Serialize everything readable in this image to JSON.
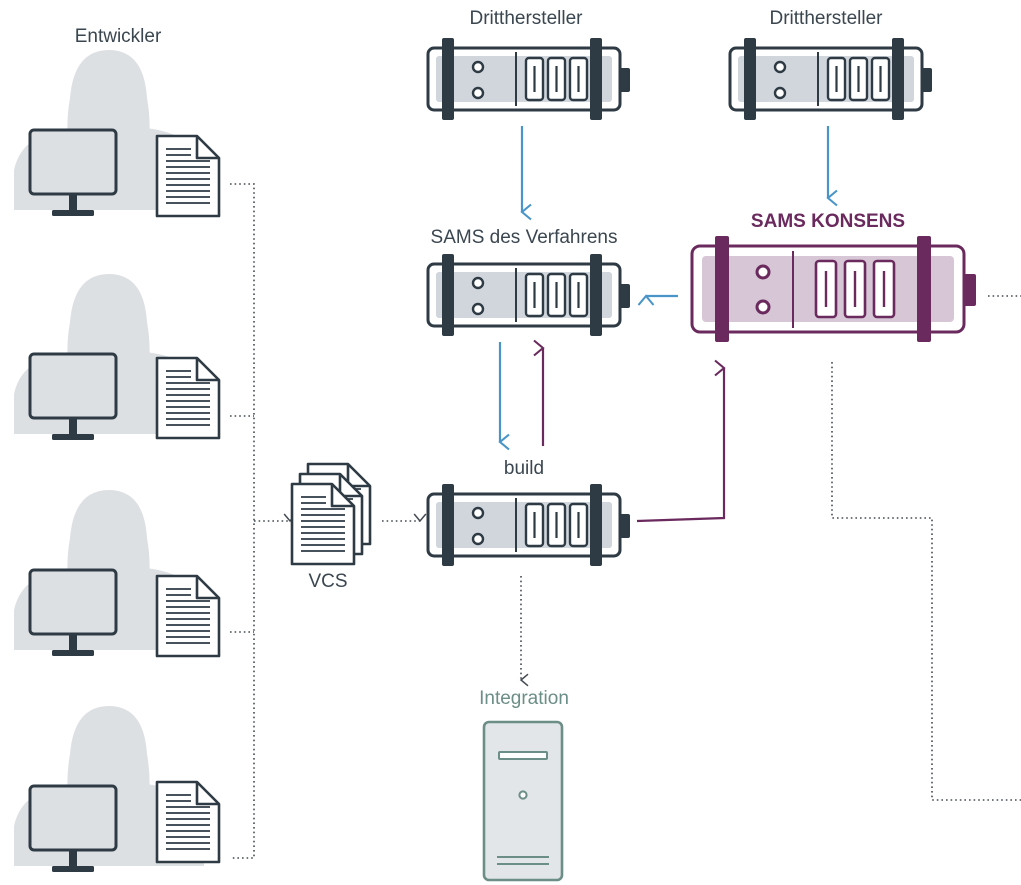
{
  "labels": {
    "developers": "Entwickler",
    "third_party_1": "Dritthersteller",
    "third_party_2": "Dritthersteller",
    "sams_procedure": "SAMS des Verfahrens",
    "sams_konsens": "SAMS KONSENS",
    "build": "build",
    "vcs": "VCS",
    "integration": "Integration"
  },
  "colors": {
    "blue_arrow": "#4a95c7",
    "purple_arrow": "#6a2a5e",
    "server_outline": "#2e3a44",
    "server_fill": "#d0d6dc",
    "konsens_fill": "#d6c6d6",
    "silhouette": "#dde0e3",
    "integration_outline": "#6b8e86",
    "integration_fill": "#e3e6e8"
  },
  "icons": {
    "developer": "developer-workstation-icon",
    "document": "document-icon",
    "repository": "document-stack-icon",
    "server": "rack-server-icon",
    "integration": "tower-server-icon"
  }
}
